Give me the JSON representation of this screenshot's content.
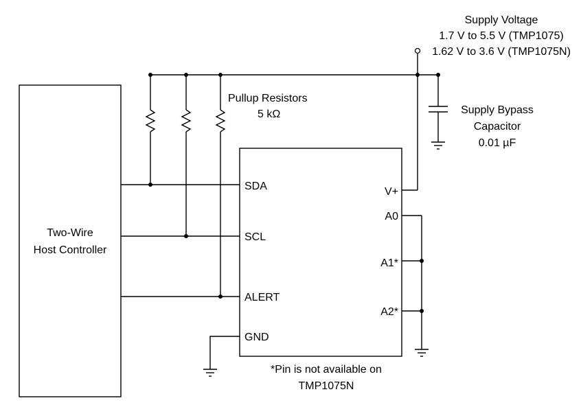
{
  "supply": {
    "title": "Supply Voltage",
    "line1": "1.7 V to 5.5 V (TMP1075)",
    "line2": "1.62 V to 3.6 V (TMP1075N)"
  },
  "pullup": {
    "title": "Pullup Resistors",
    "value": "5 kΩ"
  },
  "bypass": {
    "line1": "Supply Bypass",
    "line2": "Capacitor",
    "value": "0.01 µF"
  },
  "host": {
    "line1": "Two-Wire",
    "line2": "Host Controller"
  },
  "pins": {
    "sda": "SDA",
    "scl": "SCL",
    "alert": "ALERT",
    "gnd": "GND",
    "vplus": "V+",
    "a0": "A0",
    "a1": "A1*",
    "a2": "A2*"
  },
  "note": {
    "line1": "*Pin is not available on",
    "line2": "TMP1075N"
  },
  "icons": {
    "resistor": "resistor-icon",
    "capacitor": "capacitor-icon",
    "ground": "ground-icon",
    "supply_terminal": "supply-terminal-icon"
  }
}
